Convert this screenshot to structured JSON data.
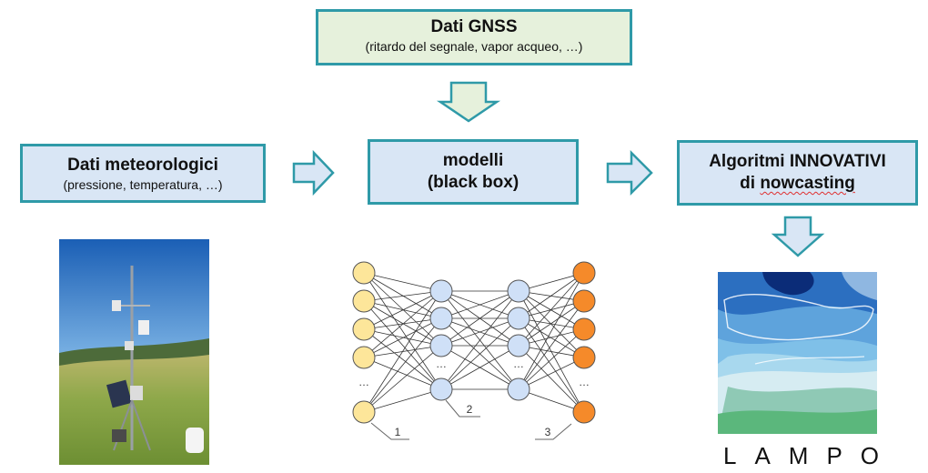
{
  "gnss": {
    "title": "Dati GNSS",
    "subtitle": "(ritardo del segnale, vapor acqueo, …)"
  },
  "meteo": {
    "title": "Dati meteorologici",
    "subtitle": "(pressione, temperatura, …)"
  },
  "models": {
    "line1": "modelli",
    "line2": "(black box)"
  },
  "algorithms": {
    "line1": "Algoritmi INNOVATIVI",
    "line2_prefix": "di ",
    "line2_word": "nowcasting"
  },
  "network": {
    "layer_labels": [
      "1",
      "2",
      "3"
    ],
    "ellipsis": "…"
  },
  "lampo_logo": "LAMPO",
  "colors": {
    "border": "#2f9aa8",
    "green_fill": "#e6f1dc",
    "blue_fill": "#d9e6f5",
    "input_node": "#fde69a",
    "hidden_node": "#cfe0f7",
    "output_node": "#f58a2a"
  }
}
